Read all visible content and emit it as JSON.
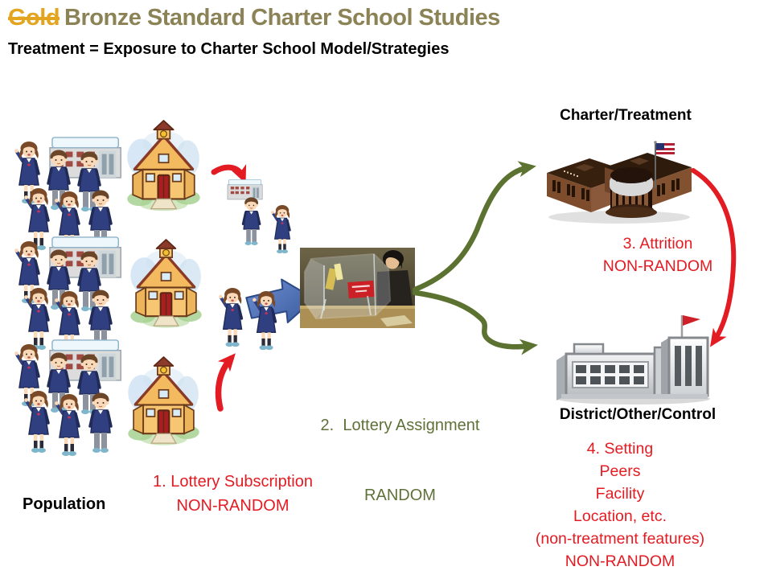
{
  "slide_title": {
    "struck_word": "Gold",
    "main_text": "Bronze Standard Charter School Studies"
  },
  "subtitle": "Treatment = Exposure to Charter School Model/Strategies",
  "labels": {
    "population": "Population",
    "charter": "Charter/Treatment",
    "district": "District/Other/Control"
  },
  "steps": {
    "step1": {
      "line1": "1. Lottery Subscription",
      "line2": "NON-RANDOM"
    },
    "step2": {
      "line1": "2.  Lottery Assignment",
      "line2": "RANDOM"
    },
    "step3": {
      "line1": "3. Attrition",
      "line2": "NON-RANDOM"
    },
    "step4": {
      "line1": "4. Setting",
      "line2": "Peers",
      "line3": "Facility",
      "line4": "Location, etc.",
      "line5": "(non-treatment features)",
      "line6": "NON-RANDOM"
    }
  },
  "icons": {
    "students_group": "students-group-icon",
    "schoolhouse": "schoolhouse-icon",
    "school_building": "school-building-icon",
    "blue_arrow": "blue-right-arrow-icon",
    "lottery_photo": "lottery-drum-photo",
    "charter_building": "charter-school-building-icon",
    "district_building": "district-school-building-icon",
    "us_flag": "us-flag-icon",
    "red_flag": "red-flag-icon",
    "red_curved_arrow": "red-curved-arrow-icon",
    "olive_curved_arrow": "olive-curved-arrow-icon"
  },
  "colors": {
    "gold": "#E3A51F",
    "title_olive": "#8B8256",
    "red": "#E31B22",
    "olive_text": "#5F7138",
    "olive_arrow": "#5C7230",
    "blue_arrow": "#4F74B8",
    "text_black": "#000000"
  }
}
